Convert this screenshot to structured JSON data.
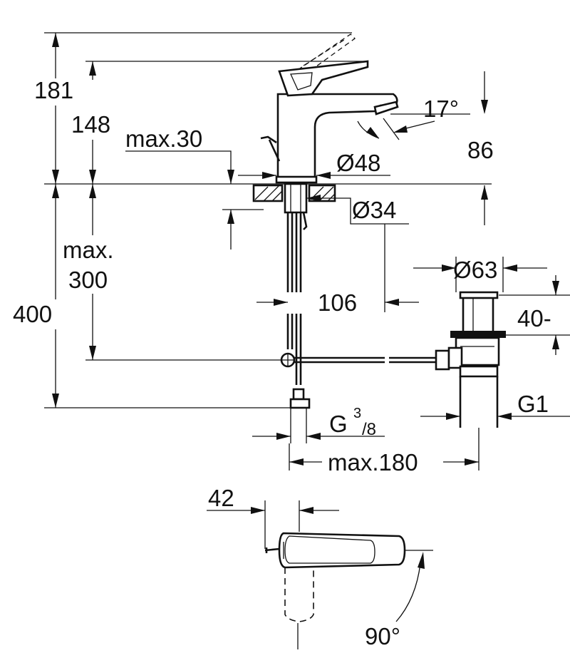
{
  "labels": {
    "h181": "181",
    "h148": "148",
    "max30": "max.30",
    "angle17": "17°",
    "d48": "Ø48",
    "h86": "86",
    "d34": "Ø34",
    "max_word": "max.",
    "v300": "300",
    "h400": "400",
    "d63": "Ø63",
    "w106": "106",
    "r40": "40-",
    "g_prefix": "G",
    "g_num": "3",
    "g_den": "/8",
    "g1": "G1",
    "max180": "max.180",
    "w42": "42",
    "angle90": "90°"
  }
}
